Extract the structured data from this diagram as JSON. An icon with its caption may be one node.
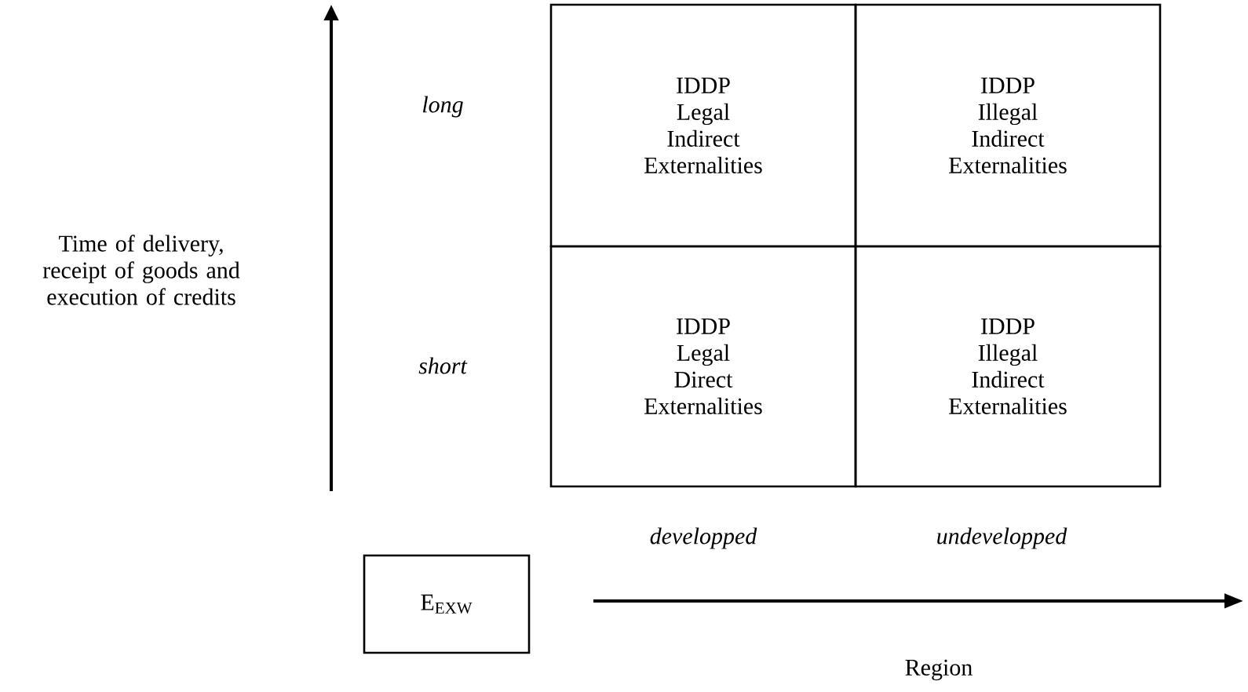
{
  "diagram": {
    "nodes": [
      {
        "text": [
          "IDDP",
          "Legal",
          "Indirect",
          "Externalities"
        ]
      },
      {
        "text": [
          "IDDP",
          "Illegal",
          "Indirect",
          "Externalities"
        ]
      },
      {
        "text": [
          "IDDP",
          "Legal",
          "Direct",
          "Externalities"
        ]
      },
      {
        "text": [
          "IDDP",
          "Illegal",
          "Indirect",
          "Externalities"
        ]
      },
      {
        "text": [
          "E$_{EXW}$"
        ]
      }
    ],
    "edges": [],
    "labels": [
      "Time of delivery, receipt of goods and execution of credits",
      "long",
      "short",
      "developped",
      "undevelopped",
      "Region"
    ]
  }
}
